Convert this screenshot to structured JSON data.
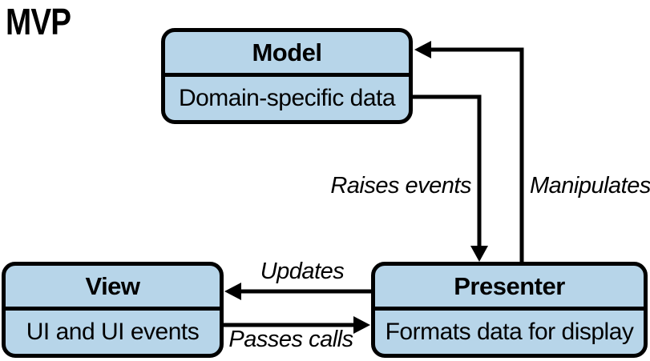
{
  "title": "MVP",
  "colors": {
    "node_fill": "#B7D5E9",
    "node_border": "#000000",
    "arrow": "#000000",
    "label_text": "#000000",
    "background": "#FFFFFF"
  },
  "nodes": {
    "model": {
      "title": "Model",
      "detail": "Domain-specific data"
    },
    "view": {
      "title": "View",
      "detail": "UI and UI events"
    },
    "presenter": {
      "title": "Presenter",
      "detail": "Formats data for display"
    }
  },
  "edges": [
    {
      "label": "Raises events",
      "from": "model",
      "to": "presenter"
    },
    {
      "label": "Manipulates",
      "from": "presenter",
      "to": "model"
    },
    {
      "label": "Updates",
      "from": "presenter",
      "to": "view"
    },
    {
      "label": "Passes calls",
      "from": "view",
      "to": "presenter"
    }
  ]
}
